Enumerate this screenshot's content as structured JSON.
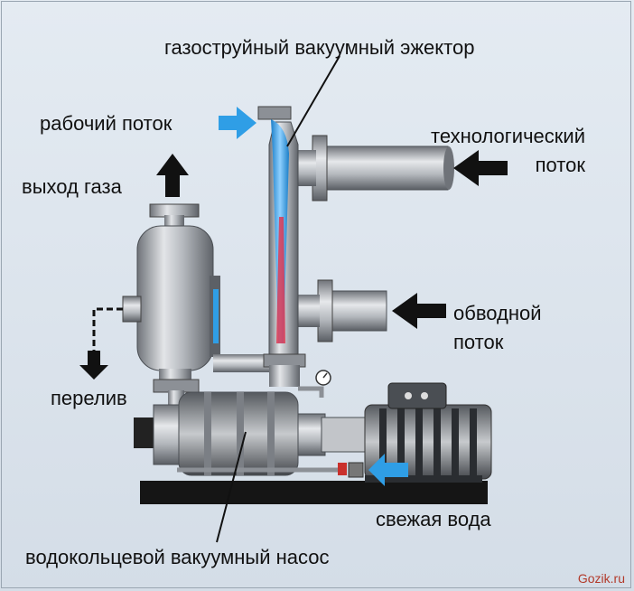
{
  "labels": {
    "ejector": "газоструйный вакуумный эжектор",
    "working_flow": "рабочий поток",
    "technological_flow_1": "технологический",
    "technological_flow_2": "поток",
    "gas_outlet": "выход газа",
    "bypass_flow_1": "обводной",
    "bypass_flow_2": "поток",
    "overflow": "перелив",
    "fresh_water": "свежая вода",
    "pump": "водокольцевой вакуумный насос"
  },
  "watermark": "Gozik.ru",
  "colors": {
    "background": "#dde5ee",
    "metal": "#a9adb2",
    "arrow_dark": "#111111",
    "arrow_blue": "#2f9ee6",
    "ejector_blue": "#2f9ee6",
    "ejector_red": "#e0304a",
    "base": "#151515"
  }
}
